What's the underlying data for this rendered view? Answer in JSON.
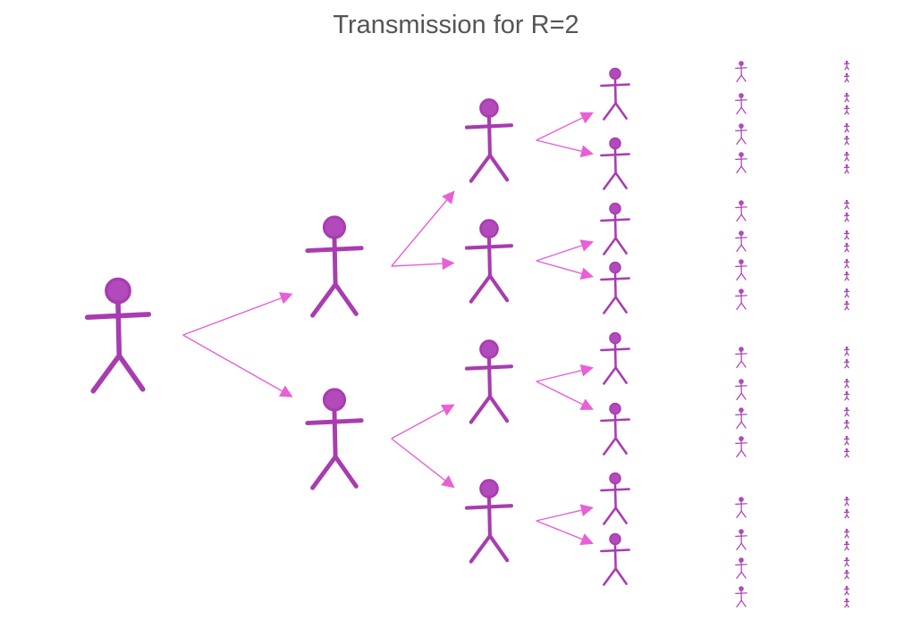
{
  "title": "Transmission for R=2",
  "diagram": {
    "reproduction_number": 2,
    "generations": 6,
    "colors": {
      "figure": "#a83cb0",
      "figure_head": "#b24abb",
      "arrow": "#e85fd6"
    },
    "figure_icon": "stick-figure-icon",
    "arrow_icon": "arrow-icon"
  }
}
